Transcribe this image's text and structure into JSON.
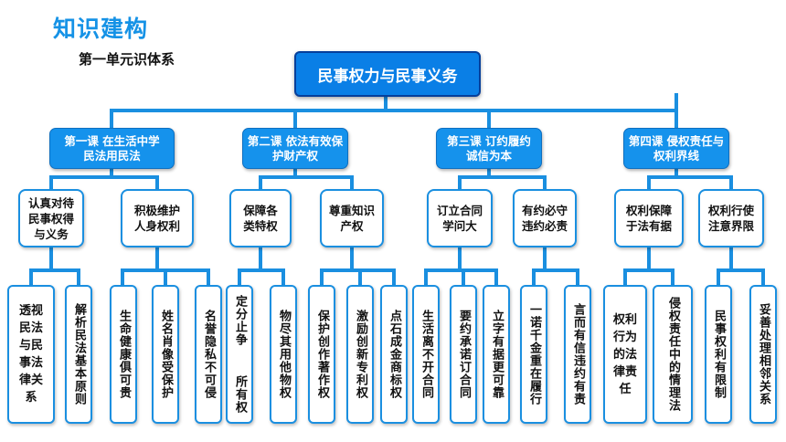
{
  "header": {
    "title": "知识建构",
    "subtitle": "第一单元识体系"
  },
  "root": {
    "label": "民事权力与民事义务"
  },
  "lessons": [
    {
      "label": "第一课  在生活中学\n民法用民法"
    },
    {
      "label": "第二课  依法有效保\n护财产权"
    },
    {
      "label": "第三课  订约履约\n诚信为本"
    },
    {
      "label": "第四课  侵权责任与\n权利界线"
    }
  ],
  "topics": [
    {
      "label": "认真对待\n民事权得\n与义务"
    },
    {
      "label": "积极维护\n人身权利"
    },
    {
      "label": "保障各\n类特权"
    },
    {
      "label": "尊重知识\n产权"
    },
    {
      "label": "订立合同\n学问大"
    },
    {
      "label": "有约必守\n违约必责"
    },
    {
      "label": "权利保障\n于法有据"
    },
    {
      "label": "权利行使\n注意界限"
    }
  ],
  "details": [
    {
      "label": "透视\n民法\n与民\n事法\n律关\n系"
    },
    {
      "label": "解析民法基本原则"
    },
    {
      "label": "生命健康俱可贵"
    },
    {
      "label": "姓名肖像受保护"
    },
    {
      "label": "名誉隐私不可侵"
    },
    {
      "label": "定分止争  所有权"
    },
    {
      "label": "物尽其用他物权"
    },
    {
      "label": "保护创作著作权"
    },
    {
      "label": "激励创新专利权"
    },
    {
      "label": "点石成金商标权"
    },
    {
      "label": "生活离不开合同"
    },
    {
      "label": "要约承诺订合同"
    },
    {
      "label": "立字有据更可靠"
    },
    {
      "label": "一诺千金重在履行"
    },
    {
      "label": "言而有信违约有责"
    },
    {
      "label": "权利\n行为\n的法\n律责\n任"
    },
    {
      "label": "侵权责任中的情理法"
    },
    {
      "label": "民事权利有限制"
    },
    {
      "label": "妥善处理相邻关系"
    }
  ],
  "colors": {
    "accent": "#1592ec",
    "border": "#1a8fe0",
    "root": "#0a7fe6"
  }
}
